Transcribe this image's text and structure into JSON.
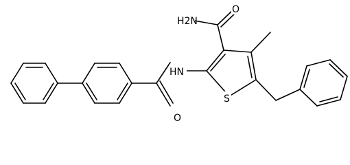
{
  "molecule": {
    "atom_labels": {
      "amide_nh2": "H2N",
      "amide_o": "O",
      "amine_nh": "HN",
      "thiophene_s": "S",
      "benzamide_o": "O"
    }
  }
}
